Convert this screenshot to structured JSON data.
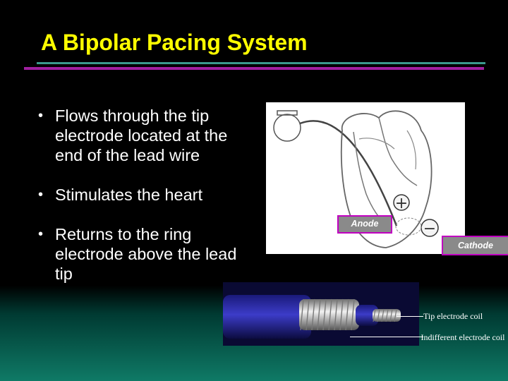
{
  "slide": {
    "title": "A Bipolar Pacing System",
    "bullets": [
      "Flows through the tip electrode located at the end of the lead wire",
      "Stimulates the heart",
      "Returns to the ring electrode above the lead tip"
    ],
    "bullet_glyph": "•"
  },
  "heart_diagram": {
    "anode_label": "Anode",
    "cathode_label": "Cathode",
    "plus_symbol": "+",
    "minus_symbol": "−"
  },
  "lead_photo": {
    "tip_label": "Tip electrode coil",
    "indifferent_label": "Indifferent electrode coil"
  },
  "colors": {
    "title": "#ffff00",
    "rule_teal": "#3a9a8c",
    "rule_purple": "#a020a0",
    "callout_border": "#c000c0",
    "callout_fill": "#8a8a8a"
  }
}
